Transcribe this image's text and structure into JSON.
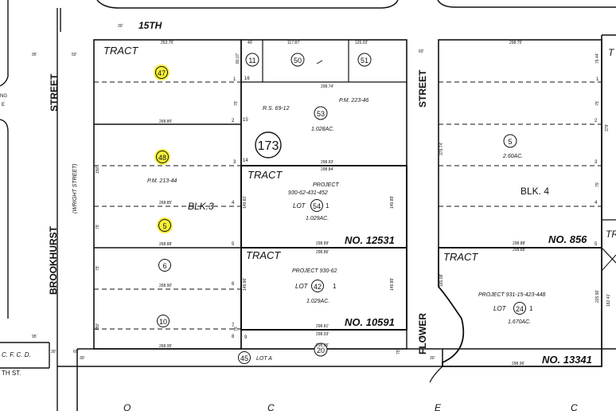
{
  "streets": {
    "top": "15TH",
    "brookhurst_left": "STREET",
    "brookhurst_main": "BROOKHURST",
    "wright": "(WRIGHT STREET)",
    "middle": "STREET",
    "flower": "FLOWER",
    "bottom_left": "TH ST."
  },
  "left_block": {
    "tract": "TRACT",
    "block": "BLK.3",
    "pm": "P.M. 213-44",
    "parcels": [
      "47",
      "48",
      "5",
      "6",
      "10"
    ],
    "highlighted": [
      "47",
      "48",
      "5"
    ],
    "highlight_color": "#f5ef3a",
    "lines": [
      "1",
      "2",
      "3",
      "4",
      "5",
      "6",
      "7",
      "8"
    ],
    "dims": [
      "253.75'",
      "268.80'",
      "268.85'",
      "268.88'",
      "268.90'",
      "268.95'"
    ],
    "side_dims": [
      "75'",
      "75'",
      "150'",
      "75'",
      "75'",
      "150'",
      "75'"
    ]
  },
  "upper_center": {
    "parcels": [
      "11",
      "50",
      "51",
      "53",
      "173"
    ],
    "rs": "R.S. 69-12",
    "pm": "P.M. 223-46",
    "acreage": "1.028AC.",
    "lines": [
      "16",
      "15",
      "14"
    ],
    "dims": [
      "40'",
      "117.87'",
      "125.03'",
      "298.74'",
      "298.83'",
      "80.07'"
    ]
  },
  "tract_12531": {
    "tract": "TRACT",
    "number": "NO. 12531",
    "project": "PROJECT",
    "project_no": "930-62-431-452",
    "lot_label": "LOT",
    "lot": "54",
    "lot_suffix": "1",
    "acreage": "1.029AC.",
    "dims": [
      "298.84'",
      "298.89'",
      "149.89'",
      "149.81'"
    ]
  },
  "tract_10591": {
    "tract": "TRACT",
    "number": "NO. 10591",
    "project": "PROJECT 930-62",
    "lot_label": "LOT",
    "lot": "42",
    "lot_suffix": "1",
    "acreage": "1.029AC.",
    "dims": [
      "298.86'",
      "298.81'",
      "149.96'",
      "149.89'"
    ]
  },
  "parcel_20": {
    "parcel": "20",
    "lines": [
      "9"
    ],
    "dims": [
      "298.93'",
      "298.95'",
      "75'"
    ]
  },
  "lot_a": {
    "parcel": "45",
    "label": "LOT A"
  },
  "right_block": {
    "parcel": "5",
    "acreage": "2.60AC.",
    "block": "BLK. 4",
    "number": "NO. 856",
    "lines": [
      "1",
      "2",
      "3",
      "4",
      "5"
    ],
    "dims": [
      "298.75'",
      "298.88'",
      "298.88'",
      "379.74'",
      "79.44'",
      "75'",
      "75'",
      "379'"
    ]
  },
  "tract_13341": {
    "tract": "TRACT",
    "project": "PROJECT 931-15-423-448",
    "lot_label": "LOT",
    "lot": "24",
    "lot_suffix": "1",
    "acreage": "1.670AC.",
    "number": "NO. 13341",
    "dims": [
      "298.96'",
      "165.08'",
      "182.41'",
      "225.96'"
    ]
  },
  "fragments": {
    "ocfcd": "C. F. C. D.",
    "tr_top": "T",
    "tr_mid": "TR",
    "ng": "NG",
    "e": "E",
    "bottom_letters": [
      "O",
      "C",
      "E",
      "C"
    ],
    "misc_dims": [
      "95'",
      "50'",
      "60'",
      "95'",
      "30'",
      "60'",
      "60'",
      "30'",
      "30'",
      "30'"
    ]
  }
}
